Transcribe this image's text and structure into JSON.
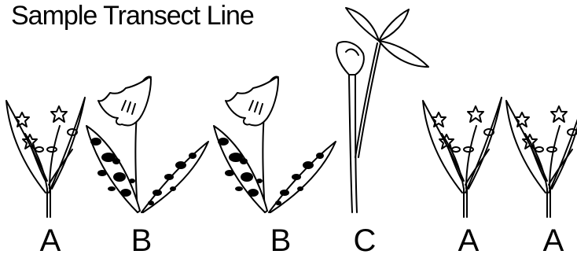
{
  "title": "Sample Transect Line",
  "plants": [
    {
      "label": "A",
      "icon": "flower-sprig-icon"
    },
    {
      "label": "B",
      "icon": "trout-lily-icon"
    },
    {
      "label": "B",
      "icon": "trout-lily-icon"
    },
    {
      "label": "C",
      "icon": "jack-in-the-pulpit-icon"
    },
    {
      "label": "A",
      "icon": "flower-sprig-icon"
    },
    {
      "label": "A",
      "icon": "flower-sprig-icon"
    }
  ]
}
